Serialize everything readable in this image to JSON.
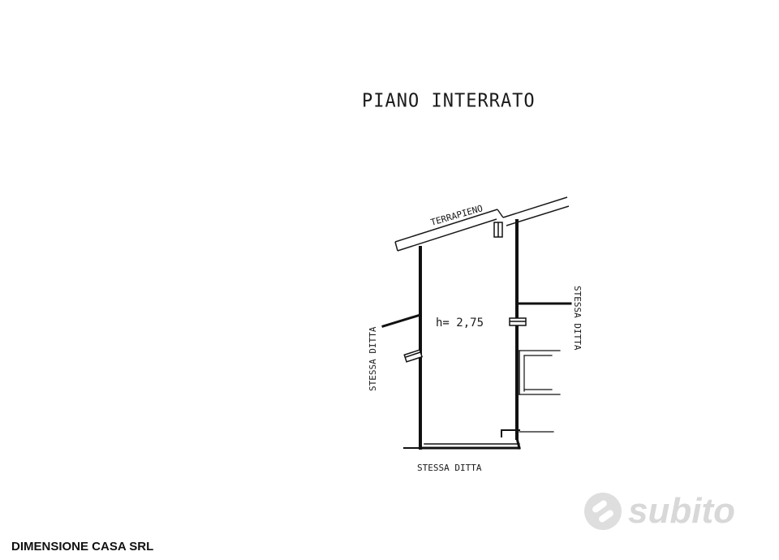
{
  "plan": {
    "title": "PIANO INTERRATO",
    "labels": {
      "top": "TERRAPIENO",
      "left": "STESSA DITTA",
      "right": "STESSA DITTA",
      "bottom": "STESSA DITTA",
      "height": "h= 2,75"
    }
  },
  "footer": {
    "company": "DIMENSIONE CASA SRL"
  },
  "watermark": {
    "text": "subito"
  }
}
